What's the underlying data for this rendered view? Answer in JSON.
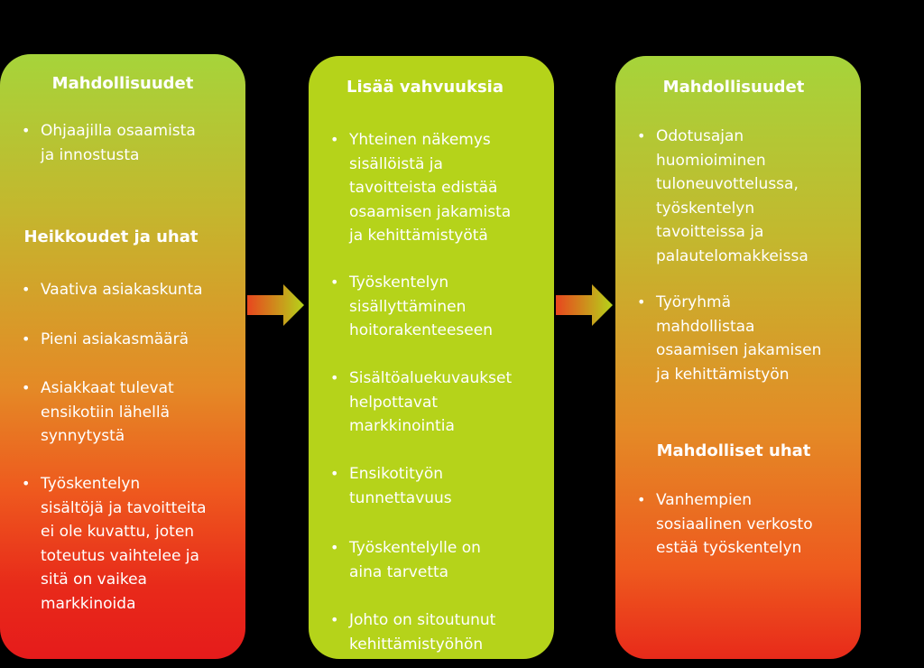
{
  "left": {
    "heading1": "Mahdollisuudet",
    "bullets1": [
      [
        "Ohjaajilla osaamista",
        "ja innostusta"
      ]
    ],
    "heading2": "Heikkoudet ja uhat",
    "bullets2": [
      [
        "Vaativa asiakaskunta"
      ],
      [
        "Pieni asiakasmäärä"
      ],
      [
        "Asiakkaat tulevat",
        "ensikotiin lähellä",
        "synnytystä"
      ],
      [
        "Työskentelyn",
        "sisältöjä ja tavoitteita",
        "ei ole kuvattu, joten",
        "toteutus vaihtelee ja",
        "sitä on vaikea",
        "markkinoida"
      ]
    ]
  },
  "middle": {
    "heading1": "Lisää vahvuuksia",
    "bullets1": [
      [
        "Yhteinen näkemys",
        "sisällöistä ja",
        "tavoitteista edistää",
        "osaamisen jakamista",
        "ja kehittämistyötä"
      ],
      [
        "Työskentelyn",
        "sisällyttäminen",
        "hoitorakenteeseen"
      ],
      [
        "Sisältöaluekuvaukset",
        "helpottavat",
        "markkinointia"
      ],
      [
        "Ensikotityön",
        "tunnettavuus"
      ],
      [
        "Työskentelylle on",
        "aina tarvetta"
      ],
      [
        "Johto on sitoutunut",
        "kehittämistyöhön"
      ]
    ]
  },
  "right": {
    "heading1": "Mahdollisuudet",
    "bullets1": [
      [
        "Odotusajan",
        "huomioiminen",
        "tuloneuvottelussa,",
        "työskentelyn",
        "tavoitteissa ja",
        "palautelomakkeissa"
      ],
      [
        "Työryhmä",
        "mahdollistaa",
        "osaamisen jakamisen",
        "ja kehittämistyön"
      ]
    ],
    "heading2": "Mahdolliset uhat",
    "bullets2": [
      [
        "Vanhempien",
        "sosiaalinen verkosto",
        "estää työskentelyn"
      ]
    ]
  },
  "colors": {
    "middle_box": "#b5d31a",
    "gradient_top": "#a6d43a",
    "gradient_bottom": "#e61b1b",
    "arrow_start": "#e8461e",
    "arrow_end": "#b5d31a"
  }
}
